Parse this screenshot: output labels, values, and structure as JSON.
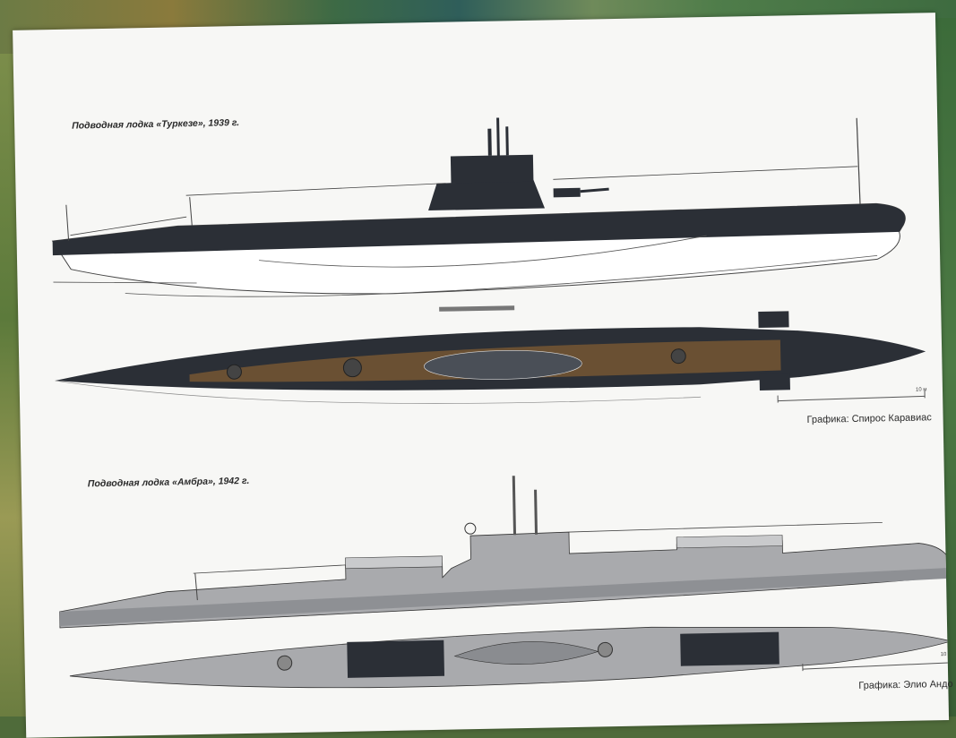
{
  "captions": {
    "boat1": "Подводная лодка «Туркезе», 1939 г.",
    "boat2": "Подводная лодка «Амбра», 1942 г."
  },
  "credits": {
    "credit1": "Графика: Спирос Каравиас",
    "credit2": "Графика: Элио Андо"
  },
  "scale_label": "10 м",
  "colors": {
    "hull_dark": "#2b2f36",
    "deck_wood": "#6a5033",
    "hull_grey": "#a9aaad",
    "page": "#f7f7f5"
  }
}
